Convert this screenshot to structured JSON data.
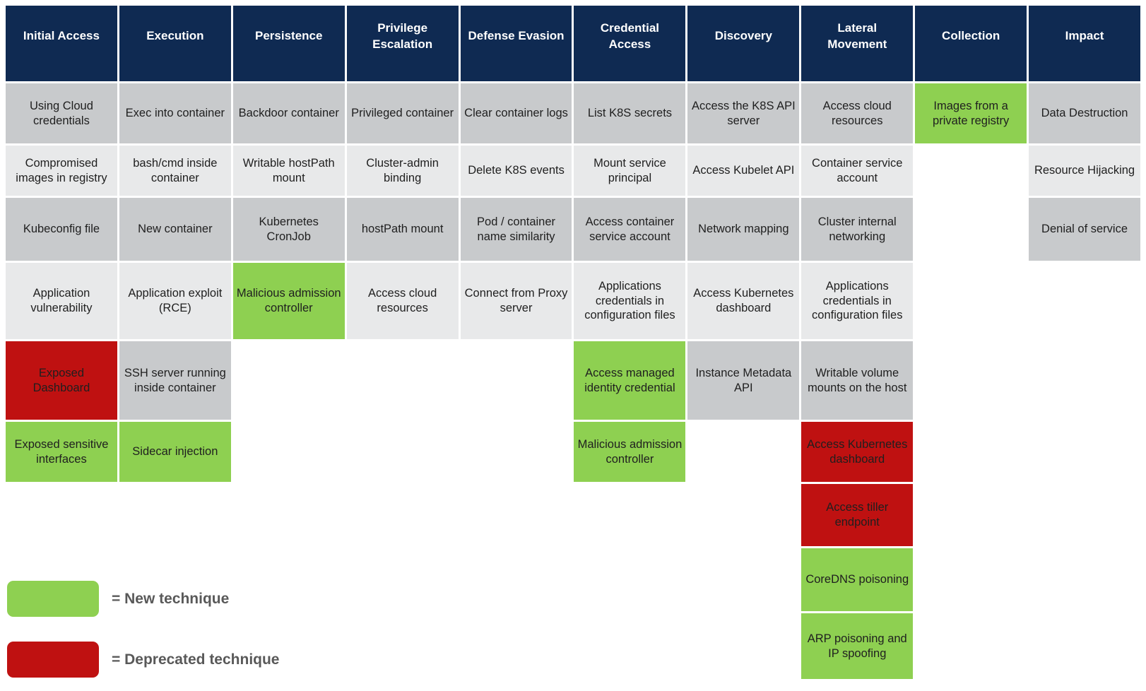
{
  "colors": {
    "header_bg": "#0f2a52",
    "header_text": "#ffffff",
    "cell_dark": "#c8cacc",
    "cell_light": "#e8e9ea",
    "new_technique_green": "#8ed051",
    "deprecated_technique_red": "#bf1111",
    "cell_text": "#1f1f1f",
    "legend_text": "#595959"
  },
  "legend": {
    "new_label": "= New technique",
    "deprecated_label": "= Deprecated technique"
  },
  "matrix": {
    "columns": [
      {
        "header": "Initial Access",
        "cells": [
          {
            "row": 1,
            "text": "Using Cloud credentials",
            "color": "dark"
          },
          {
            "row": 2,
            "text": "Compromised images in registry",
            "color": "light"
          },
          {
            "row": 3,
            "text": "Kubeconfig file",
            "color": "dark"
          },
          {
            "row": 4,
            "text": "Application vulnerability",
            "color": "light"
          },
          {
            "row": 5,
            "text": "Exposed Dashboard",
            "color": "red"
          },
          {
            "row": 6,
            "text": "Exposed sensitive interfaces",
            "color": "green"
          }
        ]
      },
      {
        "header": "Execution",
        "cells": [
          {
            "row": 1,
            "text": "Exec into container",
            "color": "dark"
          },
          {
            "row": 2,
            "text": "bash/cmd inside container",
            "color": "light"
          },
          {
            "row": 3,
            "text": "New container",
            "color": "dark"
          },
          {
            "row": 4,
            "text": "Application exploit (RCE)",
            "color": "light"
          },
          {
            "row": 5,
            "text": "SSH server running inside container",
            "color": "dark"
          },
          {
            "row": 6,
            "text": "Sidecar injection",
            "color": "green"
          }
        ]
      },
      {
        "header": "Persistence",
        "cells": [
          {
            "row": 1,
            "text": "Backdoor container",
            "color": "dark"
          },
          {
            "row": 2,
            "text": "Writable hostPath mount",
            "color": "light"
          },
          {
            "row": 3,
            "text": "Kubernetes CronJob",
            "color": "dark"
          },
          {
            "row": 4,
            "text": "Malicious admission controller",
            "color": "green"
          }
        ]
      },
      {
        "header": "Privilege Escalation",
        "cells": [
          {
            "row": 1,
            "text": "Privileged container",
            "color": "dark"
          },
          {
            "row": 2,
            "text": "Cluster-admin binding",
            "color": "light"
          },
          {
            "row": 3,
            "text": "hostPath mount",
            "color": "dark"
          },
          {
            "row": 4,
            "text": "Access cloud resources",
            "color": "light"
          }
        ]
      },
      {
        "header": "Defense Evasion",
        "cells": [
          {
            "row": 1,
            "text": "Clear container logs",
            "color": "dark"
          },
          {
            "row": 2,
            "text": "Delete K8S events",
            "color": "light"
          },
          {
            "row": 3,
            "text": "Pod / container name similarity",
            "color": "dark"
          },
          {
            "row": 4,
            "text": "Connect from Proxy server",
            "color": "light"
          }
        ]
      },
      {
        "header": "Credential Access",
        "cells": [
          {
            "row": 1,
            "text": "List K8S secrets",
            "color": "dark"
          },
          {
            "row": 2,
            "text": "Mount service principal",
            "color": "light"
          },
          {
            "row": 3,
            "text": "Access container service account",
            "color": "dark"
          },
          {
            "row": 4,
            "text": "Applications credentials in configuration files",
            "color": "light"
          },
          {
            "row": 5,
            "text": "Access managed identity credential",
            "color": "green"
          },
          {
            "row": 6,
            "text": "Malicious admission controller",
            "color": "green"
          }
        ]
      },
      {
        "header": "Discovery",
        "cells": [
          {
            "row": 1,
            "text": "Access the K8S API server",
            "color": "dark"
          },
          {
            "row": 2,
            "text": "Access Kubelet API",
            "color": "light"
          },
          {
            "row": 3,
            "text": "Network mapping",
            "color": "dark"
          },
          {
            "row": 4,
            "text": "Access Kubernetes dashboard",
            "color": "light"
          },
          {
            "row": 5,
            "text": "Instance Metadata API",
            "color": "dark"
          }
        ]
      },
      {
        "header": "Lateral Movement",
        "cells": [
          {
            "row": 1,
            "text": "Access cloud resources",
            "color": "dark"
          },
          {
            "row": 2,
            "text": "Container service account",
            "color": "light"
          },
          {
            "row": 3,
            "text": "Cluster internal networking",
            "color": "dark"
          },
          {
            "row": 4,
            "text": "Applications credentials in configuration files",
            "color": "light"
          },
          {
            "row": 5,
            "text": "Writable volume mounts on the host",
            "color": "dark"
          },
          {
            "row": 6,
            "text": "Access Kubernetes dashboard",
            "color": "red"
          },
          {
            "row": 7,
            "text": "Access tiller endpoint",
            "color": "red"
          },
          {
            "row": 8,
            "text": "CoreDNS poisoning",
            "color": "green"
          },
          {
            "row": 9,
            "text": "ARP poisoning and IP spoofing",
            "color": "green"
          }
        ]
      },
      {
        "header": "Collection",
        "cells": [
          {
            "row": 1,
            "text": "Images from a private registry",
            "color": "green"
          }
        ]
      },
      {
        "header": "Impact",
        "cells": [
          {
            "row": 1,
            "text": "Data Destruction",
            "color": "dark"
          },
          {
            "row": 2,
            "text": "Resource Hijacking",
            "color": "light"
          },
          {
            "row": 3,
            "text": "Denial of service",
            "color": "dark"
          }
        ]
      }
    ]
  }
}
